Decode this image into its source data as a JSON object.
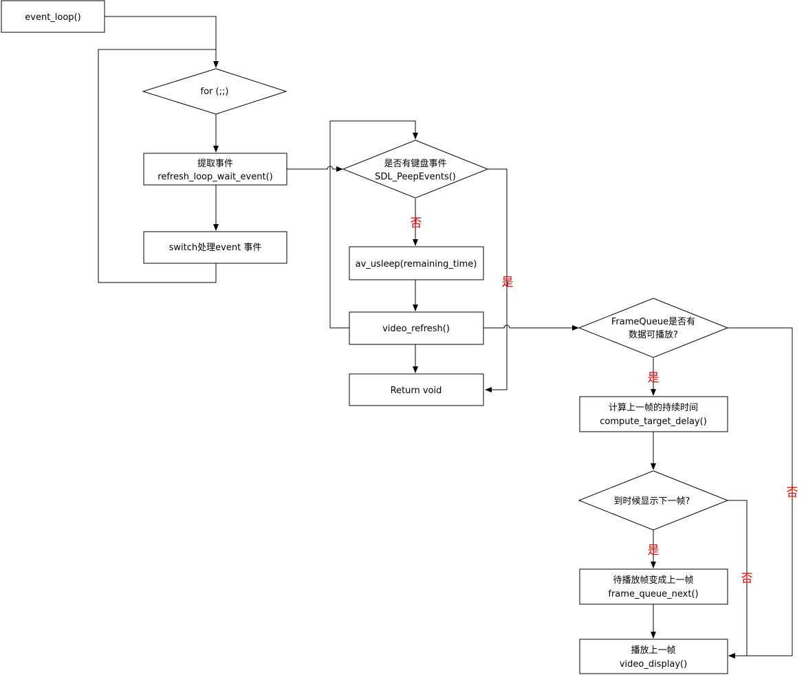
{
  "nodes": {
    "event_loop": [
      "event_loop()"
    ],
    "for_loop": [
      "for (;;)"
    ],
    "fetch_event": [
      "提取事件",
      "refresh_loop_wait_event()"
    ],
    "switch_event": [
      "switch处理event 事件"
    ],
    "has_key_event": [
      "是否有键盘事件",
      "SDL_PeepEvents()"
    ],
    "av_usleep": [
      "av_usleep(remaining_time)"
    ],
    "video_refresh": [
      "video_refresh()"
    ],
    "return_void": [
      "Return void"
    ],
    "framequeue_has_data": [
      "FrameQueue是否有",
      "数据可播放?"
    ],
    "compute_delay": [
      "计算上一帧的持续时间",
      "compute_target_delay()"
    ],
    "time_to_show": [
      "到时候显示下一帧?"
    ],
    "next_frame": [
      "待播放帧变成上一帧",
      "frame_queue_next()"
    ],
    "display_frame": [
      "播放上一帧",
      "video_display()"
    ]
  },
  "edge_labels": {
    "key_no": "否",
    "key_yes": "是",
    "fq_yes": "是",
    "fq_no": "否",
    "time_yes": "是",
    "time_no": "否"
  }
}
